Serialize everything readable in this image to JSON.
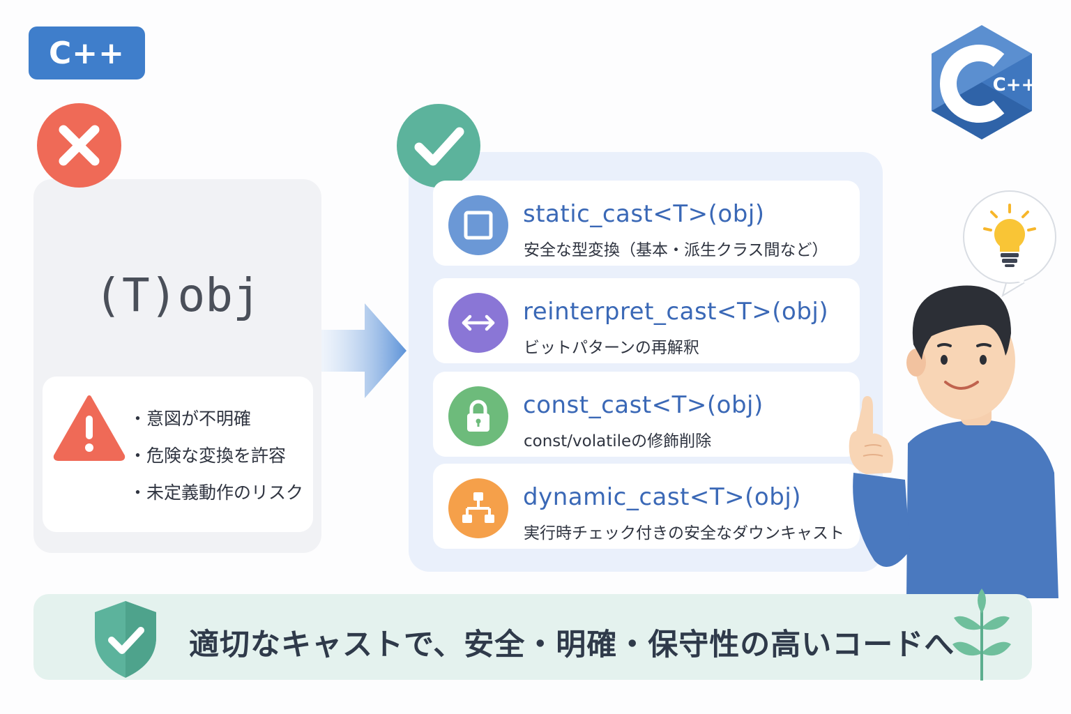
{
  "badge": {
    "label": "C++"
  },
  "logo": {
    "text": "C++"
  },
  "bad": {
    "code": "(T)obj",
    "issues": [
      "意図が不明確",
      "危険な変換を許容",
      "未定義動作のリスク"
    ]
  },
  "good": {
    "casts": [
      {
        "name": "static_cast<T>(obj)",
        "desc": "安全な型変換（基本・派生クラス間など）",
        "color": "#6b98d6",
        "icon": "square-icon"
      },
      {
        "name": "reinterpret_cast<T>(obj)",
        "desc": "ビットパターンの再解釈",
        "color": "#8a76d6",
        "icon": "double-arrow-icon"
      },
      {
        "name": "const_cast<T>(obj)",
        "desc": "const/volatileの修飾削除",
        "color": "#6dbb7b",
        "icon": "lock-icon"
      },
      {
        "name": "dynamic_cast<T>(obj)",
        "desc": "実行時チェック付きの安全なダウンキャスト",
        "color": "#f5a04a",
        "icon": "hierarchy-icon"
      }
    ]
  },
  "banner": {
    "text": "適切なキャストで、安全・明確・保守性の高いコードへ"
  },
  "colors": {
    "bad": "#ef6a57",
    "good": "#5cb39c",
    "accent": "#3f7ecb",
    "cast_name": "#3a68b6"
  }
}
